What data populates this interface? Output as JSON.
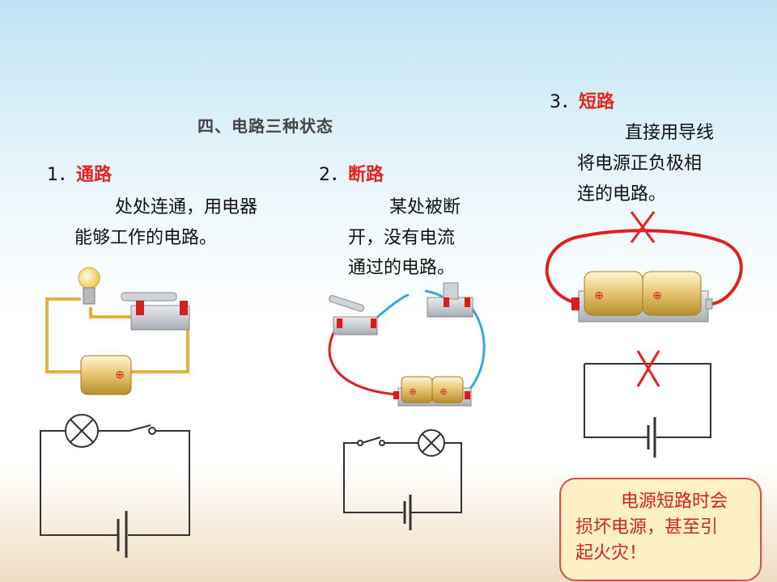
{
  "title": "四、电路三种状态",
  "sections": [
    {
      "num": "1．",
      "name": "通路",
      "desc_line1": "处处连通，用电器",
      "desc_line2": "能够工作的电路。"
    },
    {
      "num": "2．",
      "name": "断路",
      "desc_line1": "某处被断",
      "desc_line2": "开，没有电流",
      "desc_line3": "通过的电路。"
    },
    {
      "num": "3．",
      "name": "短路",
      "desc_line1": "直接用导线",
      "desc_line2": "将电源正负极相",
      "desc_line3": "连的电路。"
    }
  ],
  "battery_symbol": "⊕",
  "warning": {
    "line1": "电源短路时会",
    "line2": "损坏电源，甚至引",
    "line3": "起火灾！"
  },
  "colors": {
    "accent_red": "#e8231d",
    "wire_red": "#e02020",
    "wire_blue": "#39a6dc",
    "wire_gold": "#e0b43a",
    "warn_bg": "#fdf0c4"
  }
}
